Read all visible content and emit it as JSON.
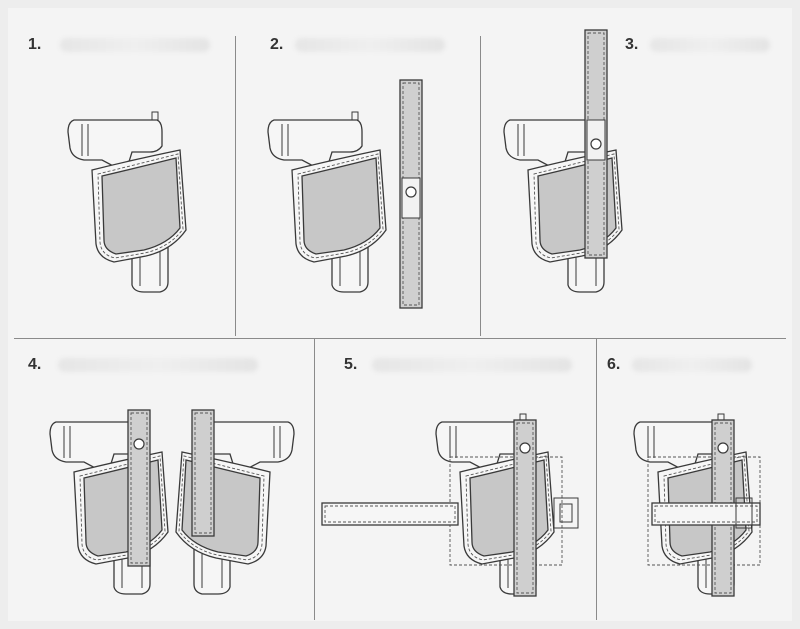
{
  "steps": [
    {
      "number": "1."
    },
    {
      "number": "2."
    },
    {
      "number": "3."
    },
    {
      "number": "4."
    },
    {
      "number": "5."
    },
    {
      "number": "6."
    }
  ]
}
